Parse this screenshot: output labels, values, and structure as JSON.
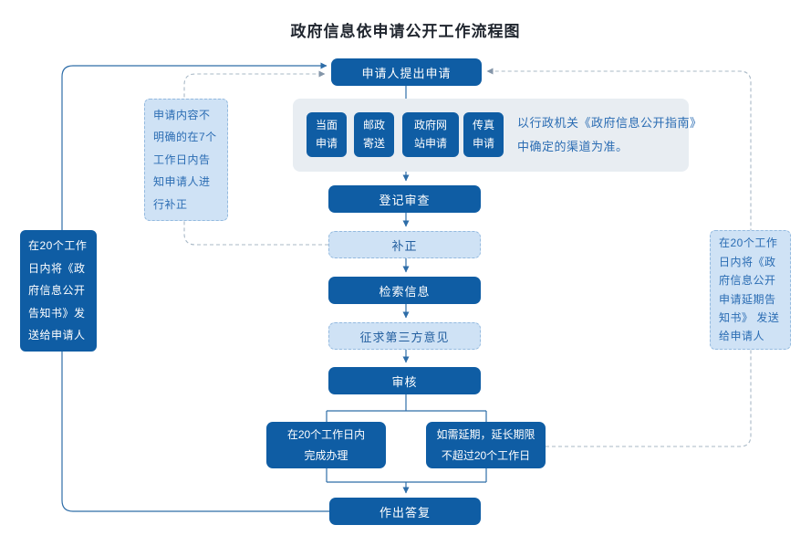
{
  "title": "政府信息依申请公开工作流程图",
  "nodes": {
    "start": "申请人提出申请",
    "channels": [
      {
        "label": "当面\n申请"
      },
      {
        "label": "邮政\n寄送"
      },
      {
        "label": "政府网\n站申请"
      },
      {
        "label": "传真\n申请"
      }
    ],
    "channel_note": "以行政机关《政府信息公开指南》中确定的渠道为准。",
    "register": "登记审查",
    "correction": "补正",
    "search": "检索信息",
    "third_party": "征求第三方意见",
    "review": "审核",
    "complete": "在20个工作日内\n完成办理",
    "extension": "如需延期，延长期限\n不超过20个工作日",
    "reply": "作出答复",
    "left_loop_note": "在20个工作日内将《政府信息公开告知书》发送给申请人",
    "correction_note": "申请内容不明确的在7个工作日内告知申请人进行补正",
    "right_loop_note": "在20个工作日内将《政府信息公开申请延期告知书》 发送给申请人"
  },
  "colors": {
    "primary_box": "#0f5da4",
    "light_box_fill": "#cfe2f5",
    "light_box_border": "#94badf",
    "panel_bg": "#e8edf2",
    "note_text": "#2a6cb3",
    "solid_line": "#2e6da8",
    "dashed_line": "#a8b8c6",
    "title_text": "#20262f"
  }
}
